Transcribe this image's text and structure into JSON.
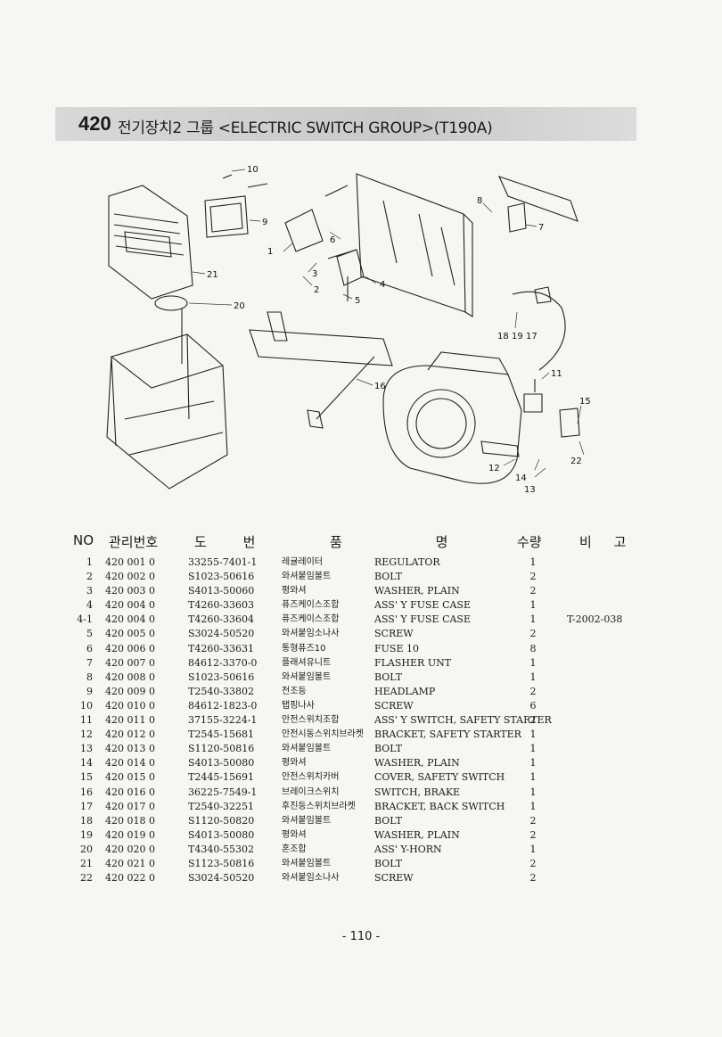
{
  "header": {
    "number": "420",
    "title": "전기장치2 그룹 <ELECTRIC SWITCH GROUP>(T190A)"
  },
  "diagram": {
    "callouts": [
      "1",
      "2",
      "3",
      "4",
      "5",
      "6",
      "7",
      "8",
      "9",
      "10",
      "11",
      "12",
      "13",
      "14",
      "15",
      "16",
      "17",
      "18",
      "19",
      "20",
      "21",
      "22"
    ]
  },
  "table": {
    "columns": [
      "NO",
      "관리번호",
      "도 번",
      "품 명",
      "수량",
      "비 고"
    ],
    "rows": [
      {
        "no": "1",
        "mg": "420 001 0",
        "pn": "33255-7401-1",
        "kr": "레귤레이터",
        "en": "REGULATOR",
        "qty": "1",
        "rm": ""
      },
      {
        "no": "2",
        "mg": "420 002 0",
        "pn": "S1023-50616",
        "kr": "와셔붙임볼트",
        "en": "BOLT",
        "qty": "2",
        "rm": ""
      },
      {
        "no": "3",
        "mg": "420 003 0",
        "pn": "S4013-50060",
        "kr": "평와셔",
        "en": "WASHER, PLAIN",
        "qty": "2",
        "rm": ""
      },
      {
        "no": "4",
        "mg": "420 004 0",
        "pn": "T4260-33603",
        "kr": "퓨즈케이스조합",
        "en": "ASS' Y FUSE CASE",
        "qty": "1",
        "rm": ""
      },
      {
        "no": "4-1",
        "mg": "420 004 0",
        "pn": "T4260-33604",
        "kr": "퓨즈케이스조합",
        "en": "ASS' Y FUSE CASE",
        "qty": "1",
        "rm": "T-2002-038"
      },
      {
        "no": "5",
        "mg": "420 005 0",
        "pn": "S3024-50520",
        "kr": "와셔붙임소나사",
        "en": "SCREW",
        "qty": "2",
        "rm": ""
      },
      {
        "no": "6",
        "mg": "420 006 0",
        "pn": "T4260-33631",
        "kr": "통형퓨즈10",
        "en": "FUSE 10",
        "qty": "8",
        "rm": ""
      },
      {
        "no": "7",
        "mg": "420 007 0",
        "pn": "84612-3370-0",
        "kr": "플래셔유니트",
        "en": "FLASHER UNT",
        "qty": "1",
        "rm": ""
      },
      {
        "no": "8",
        "mg": "420 008 0",
        "pn": "S1023-50616",
        "kr": "와셔붙임볼트",
        "en": "BOLT",
        "qty": "1",
        "rm": ""
      },
      {
        "no": "9",
        "mg": "420 009 0",
        "pn": "T2540-33802",
        "kr": "전조등",
        "en": "HEADLAMP",
        "qty": "2",
        "rm": ""
      },
      {
        "no": "10",
        "mg": "420 010 0",
        "pn": "84612-1823-0",
        "kr": "탭핑나사",
        "en": "SCREW",
        "qty": "6",
        "rm": ""
      },
      {
        "no": "11",
        "mg": "420 011 0",
        "pn": "37155-3224-1",
        "kr": "안전스위치조합",
        "en": "ASS' Y SWITCH, SAFETY STARTER",
        "qty": "2",
        "rm": ""
      },
      {
        "no": "12",
        "mg": "420 012 0",
        "pn": "T2545-15681",
        "kr": "안전시동스위치브라켓",
        "en": "BRACKET, SAFETY STARTER",
        "qty": "1",
        "rm": ""
      },
      {
        "no": "13",
        "mg": "420 013 0",
        "pn": "S1120-50816",
        "kr": "와셔붙임볼트",
        "en": "BOLT",
        "qty": "1",
        "rm": ""
      },
      {
        "no": "14",
        "mg": "420 014 0",
        "pn": "S4013-50080",
        "kr": "평와셔",
        "en": "WASHER, PLAIN",
        "qty": "1",
        "rm": ""
      },
      {
        "no": "15",
        "mg": "420 015 0",
        "pn": "T2445-15691",
        "kr": "안전스위치카버",
        "en": "COVER, SAFETY SWITCH",
        "qty": "1",
        "rm": ""
      },
      {
        "no": "16",
        "mg": "420 016 0",
        "pn": "36225-7549-1",
        "kr": "브레이크스위치",
        "en": "SWITCH, BRAKE",
        "qty": "1",
        "rm": ""
      },
      {
        "no": "17",
        "mg": "420 017 0",
        "pn": "T2540-32251",
        "kr": "후진등스위치브라켓",
        "en": "BRACKET, BACK SWITCH",
        "qty": "1",
        "rm": ""
      },
      {
        "no": "18",
        "mg": "420 018 0",
        "pn": "S1120-50820",
        "kr": "와셔붙임볼트",
        "en": "BOLT",
        "qty": "2",
        "rm": ""
      },
      {
        "no": "19",
        "mg": "420 019 0",
        "pn": "S4013-50080",
        "kr": "평와셔",
        "en": "WASHER, PLAIN",
        "qty": "2",
        "rm": ""
      },
      {
        "no": "20",
        "mg": "420 020 0",
        "pn": "T4340-55302",
        "kr": "혼조합",
        "en": "ASS' Y-HORN",
        "qty": "1",
        "rm": ""
      },
      {
        "no": "21",
        "mg": "420 021 0",
        "pn": "S1123-50816",
        "kr": "와셔붙임볼트",
        "en": "BOLT",
        "qty": "2",
        "rm": ""
      },
      {
        "no": "22",
        "mg": "420 022 0",
        "pn": "S3024-50520",
        "kr": "와셔붙임소나사",
        "en": "SCREW",
        "qty": "2",
        "rm": ""
      }
    ]
  },
  "footer": {
    "page": "- 110 -"
  }
}
